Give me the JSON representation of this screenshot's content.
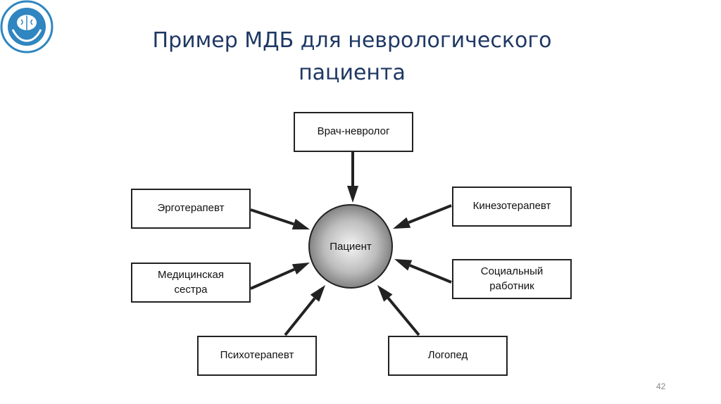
{
  "slide": {
    "title_line1": "Пример МДБ для неврологического",
    "title_line2": "пациента",
    "page_number": "42"
  },
  "logo": {
    "icon": "brain-hands-logo"
  },
  "diagram": {
    "center": "Пациент",
    "nodes": [
      {
        "id": "neurologist",
        "label": "Врач-невролог"
      },
      {
        "id": "ergotherapist",
        "label": "Эрготерапевт"
      },
      {
        "id": "kinesiotherapist",
        "label": "Кинезотерапевт"
      },
      {
        "id": "nurse",
        "label": "Медицинская сестра"
      },
      {
        "id": "social-worker",
        "label": "Социальный работник"
      },
      {
        "id": "psychotherapist",
        "label": "Психотерапевт"
      },
      {
        "id": "speech-therapist",
        "label": "Логопед"
      }
    ]
  }
}
